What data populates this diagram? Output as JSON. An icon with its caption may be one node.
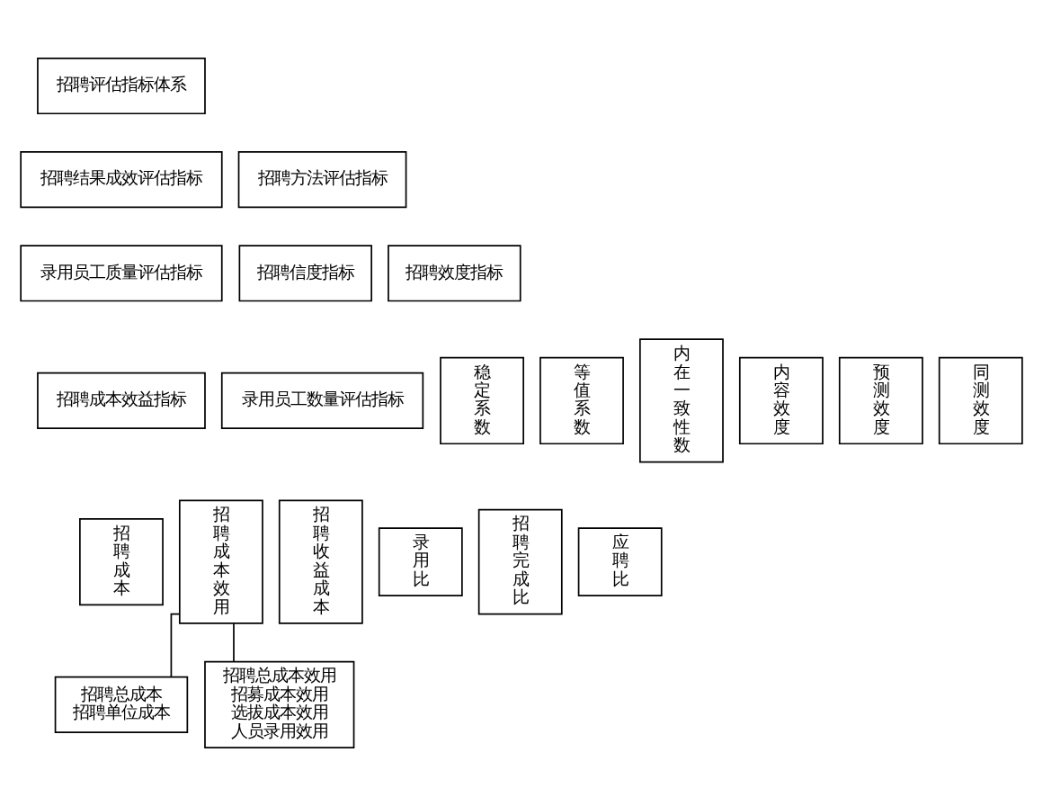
{
  "diagram": {
    "nodes": [
      {
        "text": [
          "招聘评估指标体系"
        ]
      },
      {
        "text": [
          "招聘结果成效评估指标"
        ]
      },
      {
        "text": [
          "招聘方法评估指标"
        ]
      },
      {
        "text": [
          "录用员工质量评估指标"
        ]
      },
      {
        "text": [
          "招聘信度指标"
        ]
      },
      {
        "text": [
          "招聘效度指标"
        ]
      },
      {
        "text": [
          "招聘成本效益指标"
        ]
      },
      {
        "text": [
          "录用员工数量评估指标"
        ]
      },
      {
        "text": [
          "招聘成本"
        ]
      },
      {
        "text": [
          "招聘成本效用"
        ]
      },
      {
        "text": [
          "招聘收益成本"
        ]
      },
      {
        "text": [
          "录用比"
        ]
      },
      {
        "text": [
          "招聘完成比"
        ]
      },
      {
        "text": [
          "应聘比"
        ]
      },
      {
        "text": [
          "稳定系数"
        ]
      },
      {
        "text": [
          "等值系数"
        ]
      },
      {
        "text": [
          "内在一致性数"
        ]
      },
      {
        "text": [
          "内容效度"
        ]
      },
      {
        "text": [
          "预测效度"
        ]
      },
      {
        "text": [
          "同测效度"
        ]
      },
      {
        "text": [
          "招聘总成本",
          "招聘单位成本"
        ]
      },
      {
        "text": [
          "招聘总成本效用",
          "招募成本效用",
          "选拔成本效用",
          "人员录用效用"
        ]
      }
    ],
    "edges": [
      {
        "from": 9,
        "to": 20,
        "arrow": "none"
      },
      {
        "from": 9,
        "to": 21,
        "arrow": "none"
      }
    ]
  }
}
